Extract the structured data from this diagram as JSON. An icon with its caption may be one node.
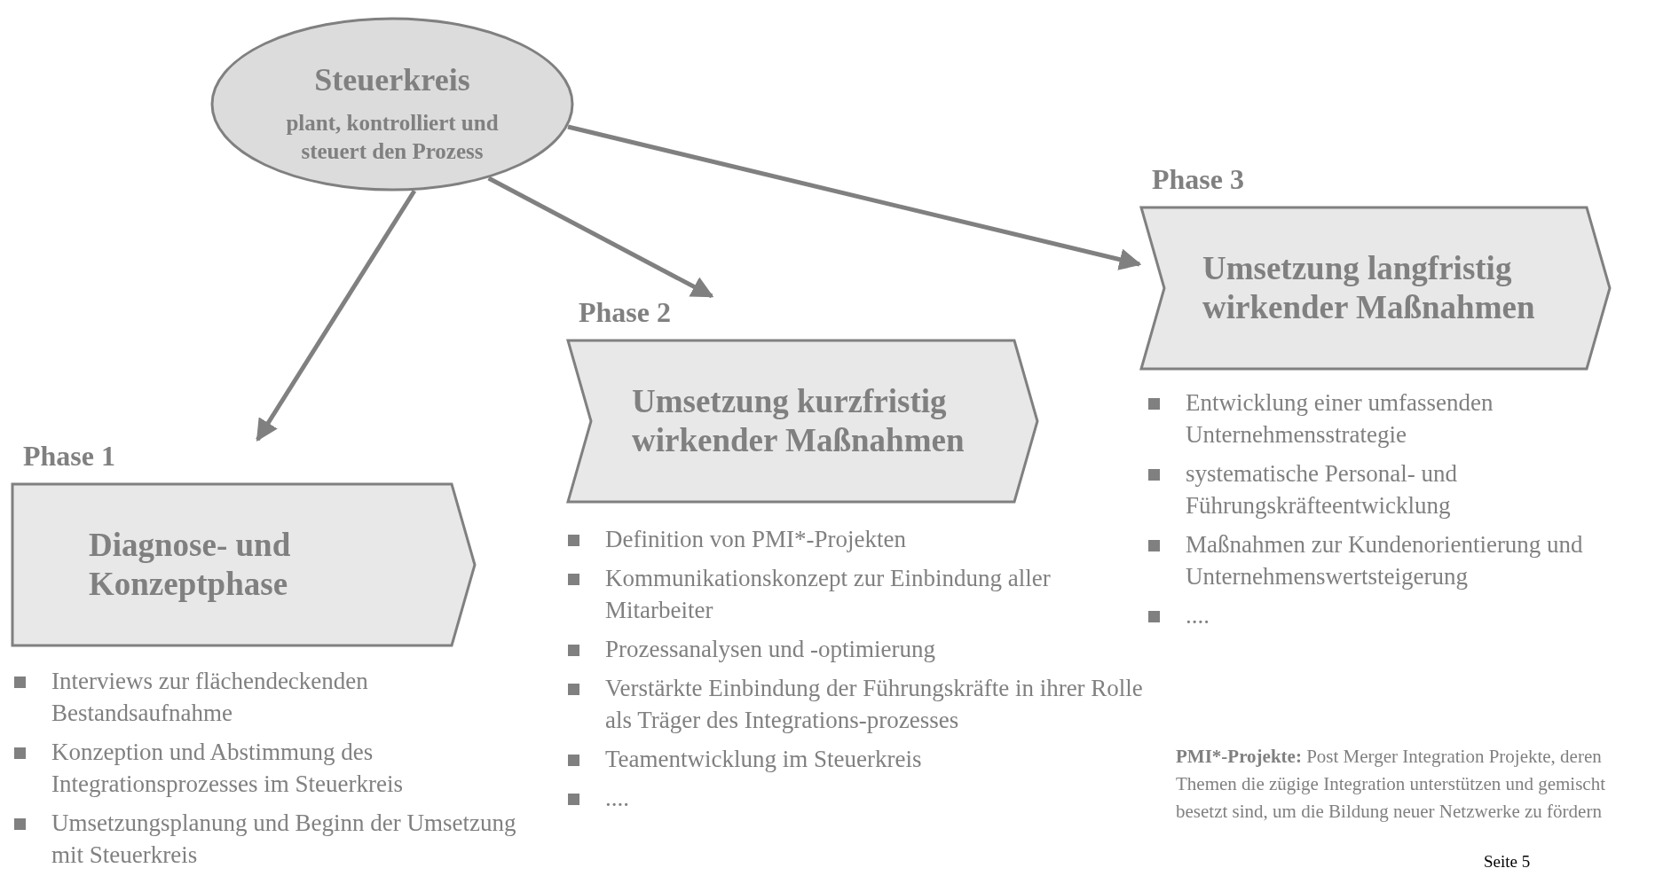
{
  "diagram": {
    "nodes": [
      {
        "text": [
          "Steuerkreis",
          "plant, kontrolliert und steuert den Prozess"
        ]
      },
      {
        "text": [
          "Phase 1",
          "Diagnose- und Konzeptphase"
        ],
        "beside": [
          "Interviews zur flächendeckenden Bestandsaufnahme",
          "Konzeption und Abstimmung des Integrationsprozesses im Steuerkreis",
          "Umsetzungsplanung und Beginn der Umsetzung mit Steuerkreis"
        ]
      },
      {
        "text": [
          "Phase 2",
          "Umsetzung kurzfristig wirkender Maßnahmen"
        ],
        "beside": [
          "Definition von PMI*-Projekten",
          "Kommunikationskonzept zur Einbindung aller Mitarbeiter",
          "Prozessanalysen und -optimierung",
          "Verstärkte Einbindung der Führungskräfte in ihrer Rolle als Träger des Integrations-prozesses",
          "Teamentwicklung im Steuerkreis",
          "...."
        ]
      },
      {
        "text": [
          "Phase 3",
          "Umsetzung langfristig wirkender Maßnahmen"
        ],
        "beside": [
          "Entwicklung einer umfassenden Unternehmensstrategie",
          "systematische Personal- und Führungskräfteentwicklung",
          "Maßnahmen zur Kundenorientierung und Unternehmenswertsteigerung",
          "...."
        ]
      }
    ],
    "edges": [
      {
        "from": 0,
        "to": 1,
        "arrow": "to"
      },
      {
        "from": 0,
        "to": 2,
        "arrow": "to"
      },
      {
        "from": 0,
        "to": 3,
        "arrow": "to"
      }
    ],
    "labels": [
      "**PMI*-Projekte:** Post Merger Integration Projekte, deren Themen die zügige Integration unterstützen und gemischt besetzt sind, um die Bildung neuer Netzwerke zu fördern",
      "Seite 5"
    ]
  }
}
